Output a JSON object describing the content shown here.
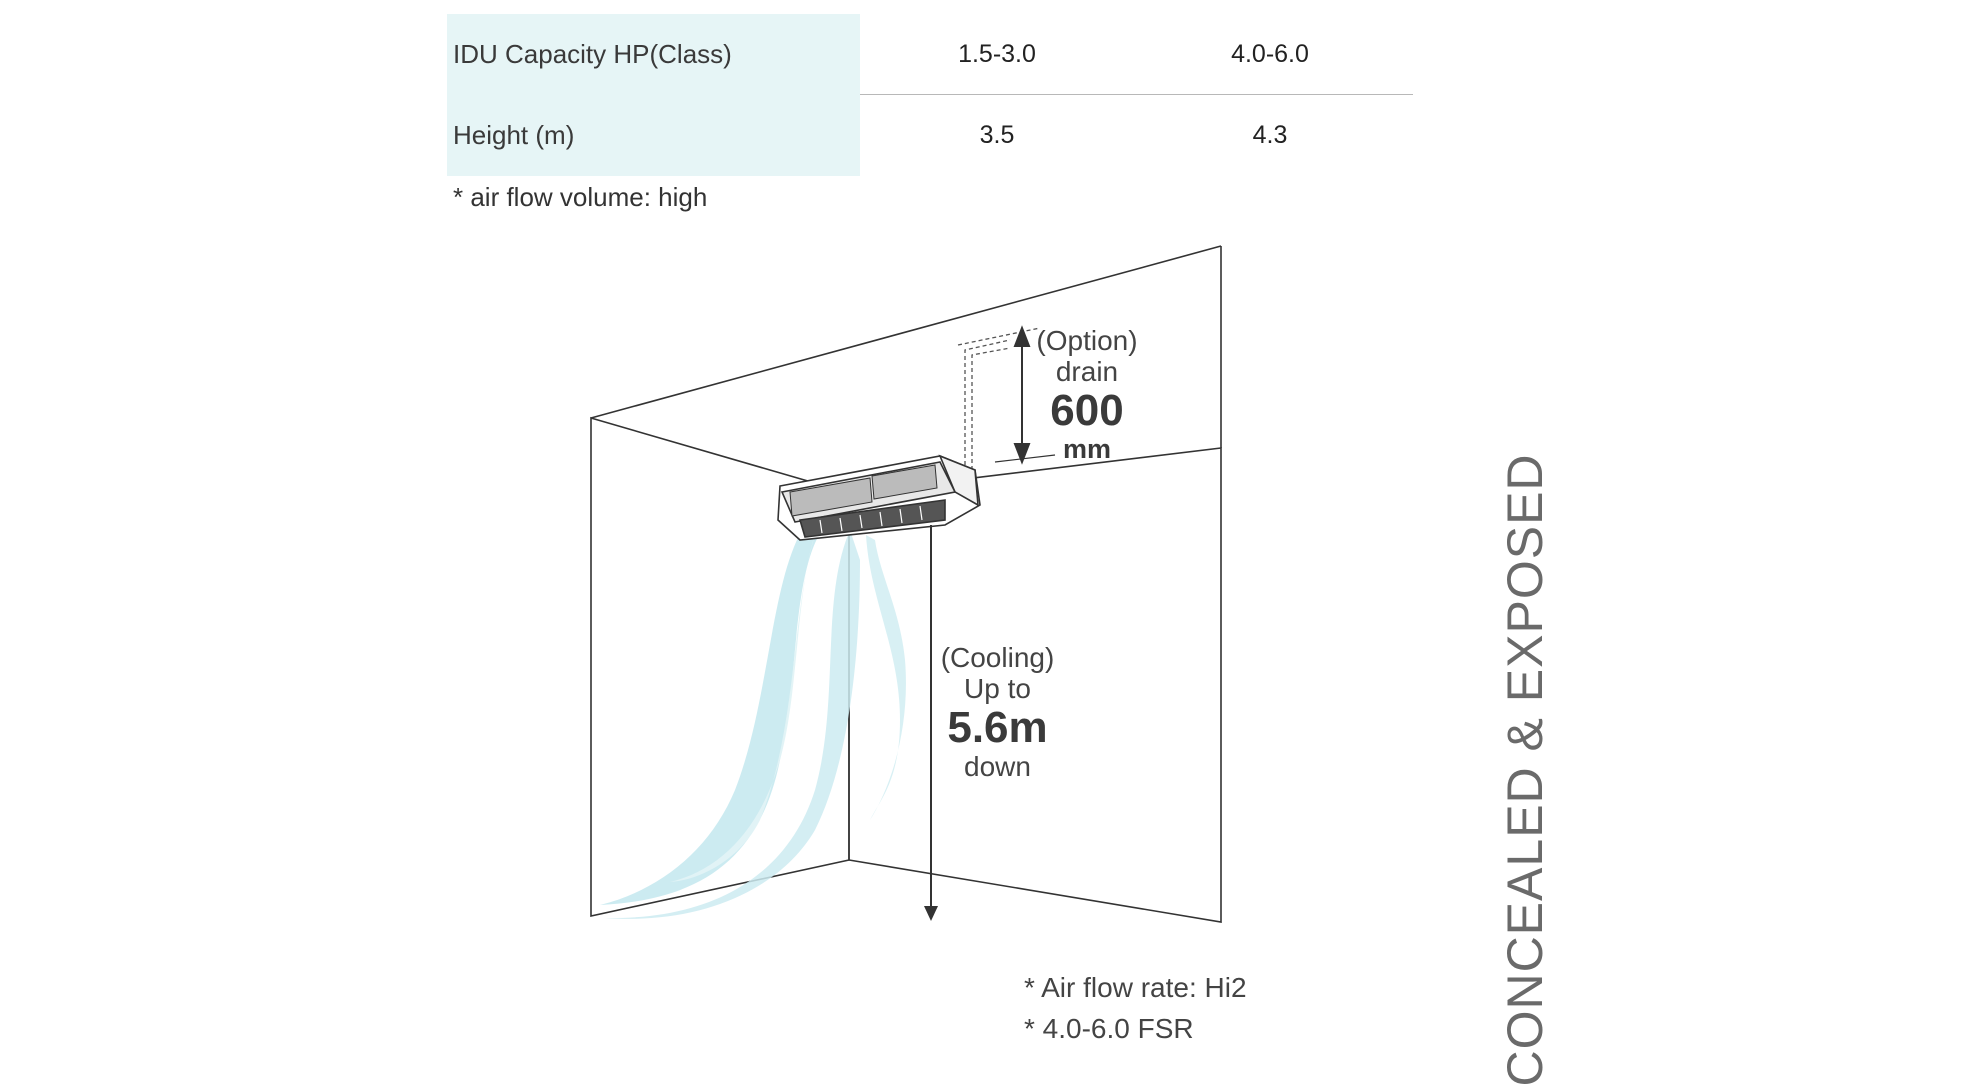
{
  "table": {
    "rows": [
      {
        "label": "IDU Capacity HP(Class)",
        "values": [
          "1.5-3.0",
          "4.0-6.0"
        ]
      },
      {
        "label": "Height (m)",
        "values": [
          "3.5",
          "4.3"
        ]
      }
    ],
    "note": "* air flow volume: high"
  },
  "diagram": {
    "drain": {
      "line1": "(Option)",
      "line2": "drain",
      "value": "600",
      "unit": "mm"
    },
    "cooling": {
      "line1": "(Cooling)",
      "line2": "Up to",
      "value": "5.6m",
      "line3": "down"
    },
    "notes": [
      "* Air flow rate: Hi2",
      "* 4.0-6.0 FSR"
    ]
  },
  "side_title": "CONCEALED & EXPOSED",
  "colors": {
    "table_header_bg": "#e6f5f6",
    "airflow": "#bfe6ec",
    "line": "#333333"
  }
}
